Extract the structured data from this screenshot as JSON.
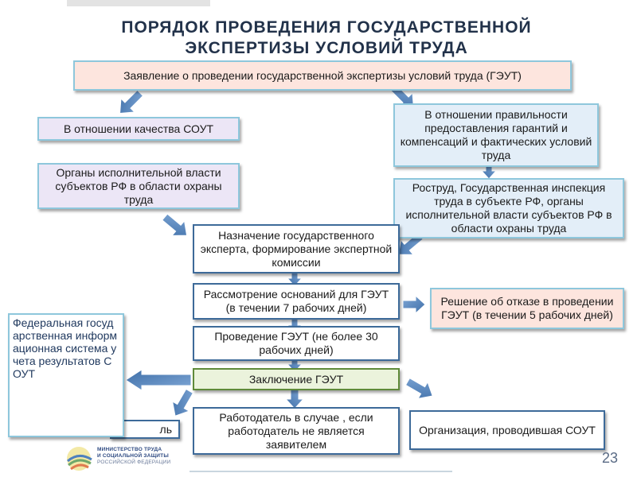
{
  "title": {
    "line1": "ПОРЯДОК ПРОВЕДЕНИЯ ГОСУДАРСТВЕННОЙ",
    "line2": "ЭКСПЕРТИЗЫ УСЛОВИЙ ТРУДА"
  },
  "boxes": {
    "application": "Заявление о проведении государственной экспертизы условий труда (ГЭУТ)",
    "quality_sout": "В отношении качества СОУТ",
    "regional_authorities": "Органы исполнительной власти субъектов РФ в области охраны труда",
    "guarantees": "В отношении правильности предоставления гарантий и компенсаций и фактических условий труда",
    "rostrud": "Роструд, Государственная инспекция труда в субъекте РФ, органы исполнительной власти субъектов РФ в области охраны труда",
    "appointment": "Назначение государственного эксперта, формирование экспертной комиссии",
    "review": "Рассмотрение оснований для ГЭУТ (в течении 7 рабочих дней)",
    "refusal": "Решение об отказе в проведении ГЭУТ (в течении 5 рабочих дней)",
    "conduct": "Проведение ГЭУТ (не более 30 рабочих дней)",
    "conclusion": "Заключение ГЭУТ",
    "federal_system": "Федеральная государственная информационная система учета результатов СОУТ",
    "left_partial": "ль",
    "employer": "Работодатель в случае , если работодатель не является заявителем",
    "organization": "Организация, проводившая СОУТ"
  },
  "footer": {
    "ministry_line1": "МИНИСТЕРСТВО ТРУДА",
    "ministry_line2": "И СОЦИАЛЬНОЙ ЗАЩИТЫ",
    "ministry_line3": "РОССИЙСКОЙ ФЕДЕРАЦИИ",
    "page_number": "23"
  },
  "colors": {
    "arrow": "#4f81bd",
    "title": "#22324a",
    "header_fill": "#fde5de",
    "lavender_fill": "#ece6f6",
    "blue_fill": "#e3eef8",
    "green_fill": "#ebf3dc"
  }
}
